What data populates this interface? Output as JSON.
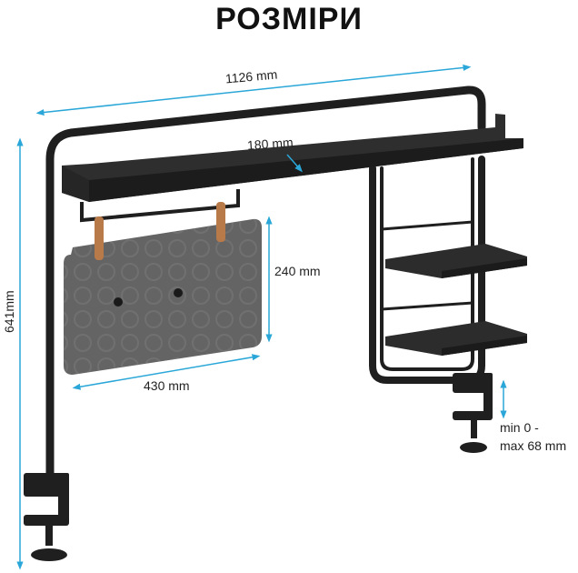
{
  "title": "РОЗМІРИ",
  "dimensions": {
    "width_total": "1126 mm",
    "shelf_depth": "180 mm",
    "height_total": "641mm",
    "panel_height": "240 mm",
    "panel_width": "430 mm",
    "clamp_range_line1": "min 0 -",
    "clamp_range_line2": "max 68 mm"
  },
  "colors": {
    "dimension_line": "#2aa7d8",
    "frame": "#1f1f1f",
    "shelf": "#2b2b2b",
    "felt": "#6c6c6c",
    "strap": "#b97a4a"
  }
}
